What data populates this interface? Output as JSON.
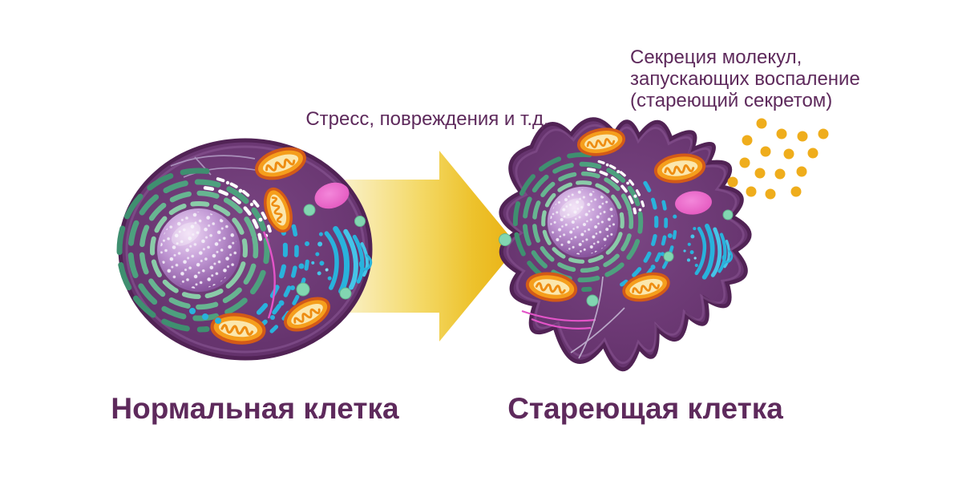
{
  "diagram": {
    "background": "#ffffff",
    "stress_label": "Стресс, повреждения и т.д.",
    "secretion_label": {
      "line1": "Секреция молекул,",
      "line2": "запускающих воспаление",
      "line3": "(стареющий секретом)"
    },
    "cells": {
      "normal": {
        "label": "Нормальная клетка"
      },
      "senescent": {
        "label": "Стареющая клетка"
      }
    },
    "secreted_molecules_count": 16,
    "organelles": [
      "nucleus",
      "endoplasmic-reticulum",
      "mitochondria",
      "golgi-apparatus",
      "lysosome",
      "vesicles",
      "cytoskeleton-filaments"
    ],
    "colors": {
      "label_text": "#5e2a5c",
      "cell_body": "#6b3873",
      "cell_outline": "#512355",
      "nucleus": "#a273b8",
      "endoplasmic_reticulum": "#3f8f70",
      "mitochondrion_body": "#f59e1c",
      "mitochondrion_outline": "#d35a18",
      "golgi": "#29b2dc",
      "vesicle": "#82d6b1",
      "lysosome": "#e75bc3",
      "arrow_light": "#faf2cd",
      "arrow_dark": "#e9b013",
      "secreted_molecule": "#efad1c"
    }
  }
}
